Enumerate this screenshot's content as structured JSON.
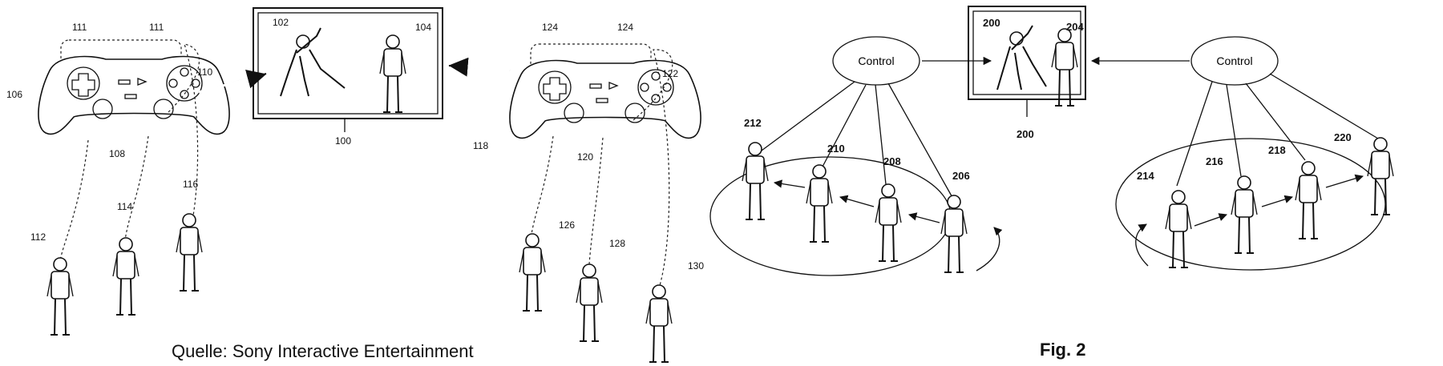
{
  "fig1": {
    "refs": {
      "r111a": "111",
      "r111b": "111",
      "r110": "110",
      "r106": "106",
      "r108": "108",
      "r102": "102",
      "r104": "104",
      "r100": "100",
      "r124a": "124",
      "r124b": "124",
      "r122": "122",
      "r118": "118",
      "r120": "120",
      "r112": "112",
      "r114": "114",
      "r116": "116",
      "r126": "126",
      "r128": "128",
      "r130": "130"
    }
  },
  "fig2": {
    "control_left": "Control",
    "control_right": "Control",
    "refs": {
      "r200a": "200",
      "r204": "204",
      "r200b": "200",
      "r212": "212",
      "r210": "210",
      "r208": "208",
      "r206": "206",
      "r214": "214",
      "r216": "216",
      "r218": "218",
      "r220": "220"
    }
  },
  "captions": {
    "source": "Quelle: Sony Interactive Entertainment",
    "figure": "Fig. 2"
  }
}
